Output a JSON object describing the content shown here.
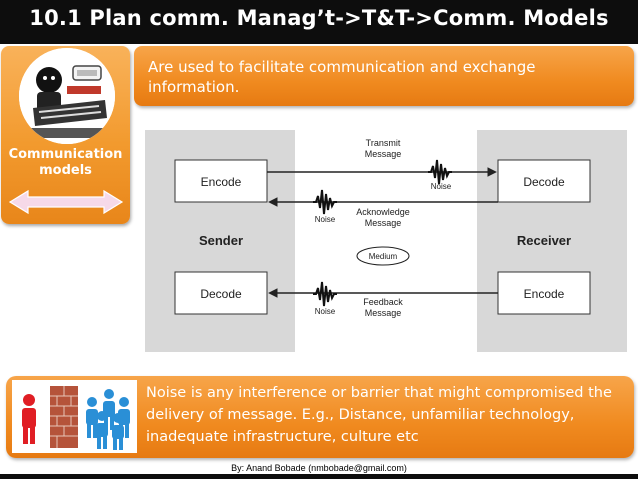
{
  "title": "10.1 Plan comm. Manag’t->T&T->Comm. Models",
  "left_panel": {
    "label": "Communication models"
  },
  "top_banner": {
    "text": "Are used to facilitate communication and exchange information."
  },
  "diagram": {
    "sender": {
      "label": "Sender",
      "encode": "Encode",
      "decode": "Decode"
    },
    "receiver": {
      "label": "Receiver",
      "decode": "Decode",
      "encode": "Encode"
    },
    "messages": {
      "transmit": "Transmit Message",
      "acknowledge": "Acknowledge Message",
      "feedback": "Feedback Message"
    },
    "medium": "Medium",
    "noise": "Noise"
  },
  "bottom_banner": {
    "text": "Noise is any interference or barrier that might compromised the delivery of message. E.g., Distance, unfamiliar technology, inadequate infrastructure, culture etc"
  },
  "footer": "By: Anand Bobade (nmbobade@gmail.com)",
  "colors": {
    "orange": "#f08a1f",
    "dark": "#0d0d0d",
    "diagram_gray": "#d9d9d9",
    "person_red": "#e01e24",
    "person_blue": "#2a8fd6",
    "brick": "#b5533a"
  }
}
